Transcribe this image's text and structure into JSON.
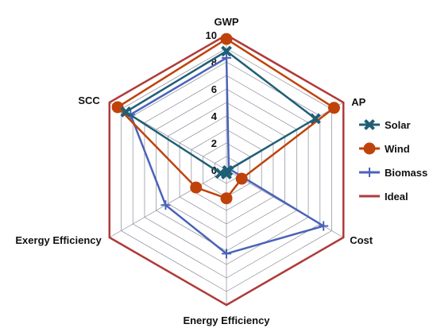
{
  "chart_data": {
    "type": "radar",
    "axes": [
      "GWP",
      "AP",
      "Cost",
      "Energy Efficiency",
      "Exergy Efficiency",
      "SCC"
    ],
    "rlim": [
      0,
      10
    ],
    "ticks": [
      "0",
      "2",
      "4",
      "6",
      "8",
      "10"
    ],
    "grid": true,
    "legend_position": "right",
    "series": [
      {
        "name": "Solar",
        "values": [
          8.8,
          7.6,
          0.1,
          0.3,
          0.5,
          8.6
        ],
        "color": "#1f5f75",
        "marker": "x"
      },
      {
        "name": "Wind",
        "values": [
          9.7,
          9.2,
          1.3,
          2.1,
          2.6,
          9.3
        ],
        "color": "#c0420b",
        "marker": "circle"
      },
      {
        "name": "Biomass",
        "values": [
          8.3,
          0.2,
          8.3,
          6.2,
          5.2,
          8.2
        ],
        "color": "#4a63b8",
        "marker": "plus"
      },
      {
        "name": "Ideal",
        "values": [
          10,
          10,
          10,
          10,
          10,
          10
        ],
        "color": "#b03a3a",
        "marker": "none"
      }
    ]
  }
}
